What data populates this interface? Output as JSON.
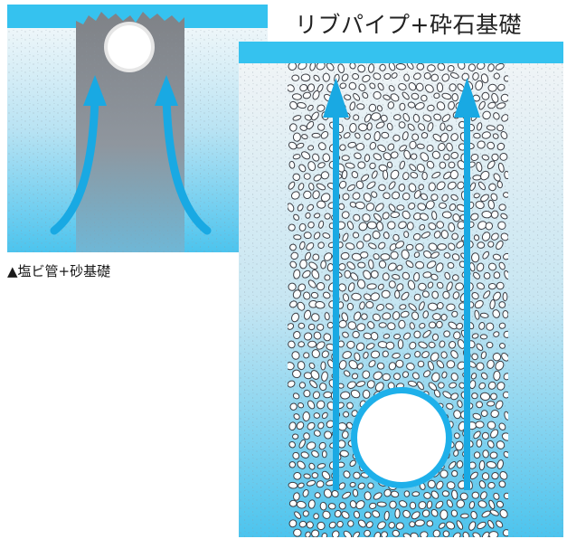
{
  "title": "リブパイプ+砕石基礎",
  "caption": "▲塩ビ管+砂基礎",
  "colors": {
    "top_band": "#35c2ef",
    "ground_top": "#eaf4f8",
    "ground_bottom": "#5ac8ee",
    "sand_column": "#8a8d92",
    "arrow": "#19a9e3",
    "pipe_ring": "#1eb0ea",
    "pipe_fill": "#ffffff",
    "stone_stroke": "#3a3d44"
  },
  "icons": {
    "pipe": "pipe-cross-section",
    "arrow": "upward-water-flow-arrow",
    "stones": "crushed-stone-pattern"
  }
}
